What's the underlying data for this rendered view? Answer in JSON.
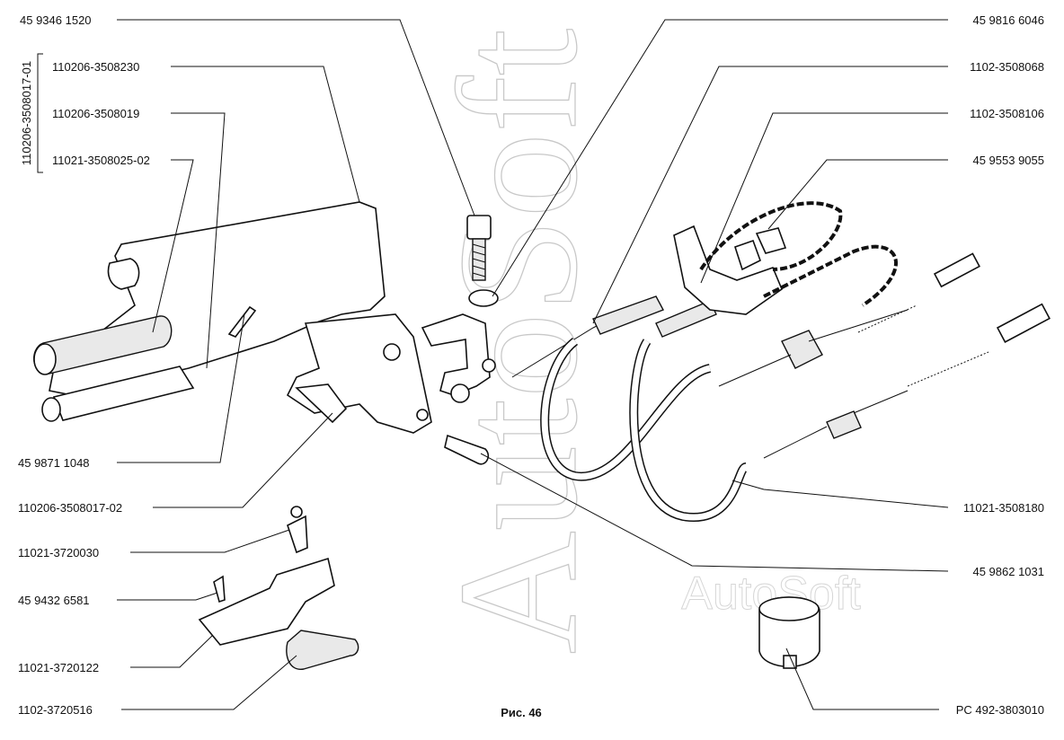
{
  "figure": {
    "caption": "Рис. 46"
  },
  "watermark": {
    "text": "AutoSoft"
  },
  "bracket_label": "110206-3508017-01",
  "labels": {
    "l1": "45 9346 1520",
    "l2": "110206-3508230",
    "l3": "110206-3508019",
    "l4": "11021-3508025-02",
    "l5": "45 9871 1048",
    "l6": "110206-3508017-02",
    "l7": "11021-3720030",
    "l8": "45 9432 6581",
    "l9": "11021-3720122",
    "l10": "1102-3720516",
    "r1": "45 9816 6046",
    "r2": "1102-3508068",
    "r3": "1102-3508106",
    "r4": "45 9553 9055",
    "r5": "11021-3508180",
    "r6": "45 9862 1031",
    "r7": "PC 492-3803010"
  }
}
